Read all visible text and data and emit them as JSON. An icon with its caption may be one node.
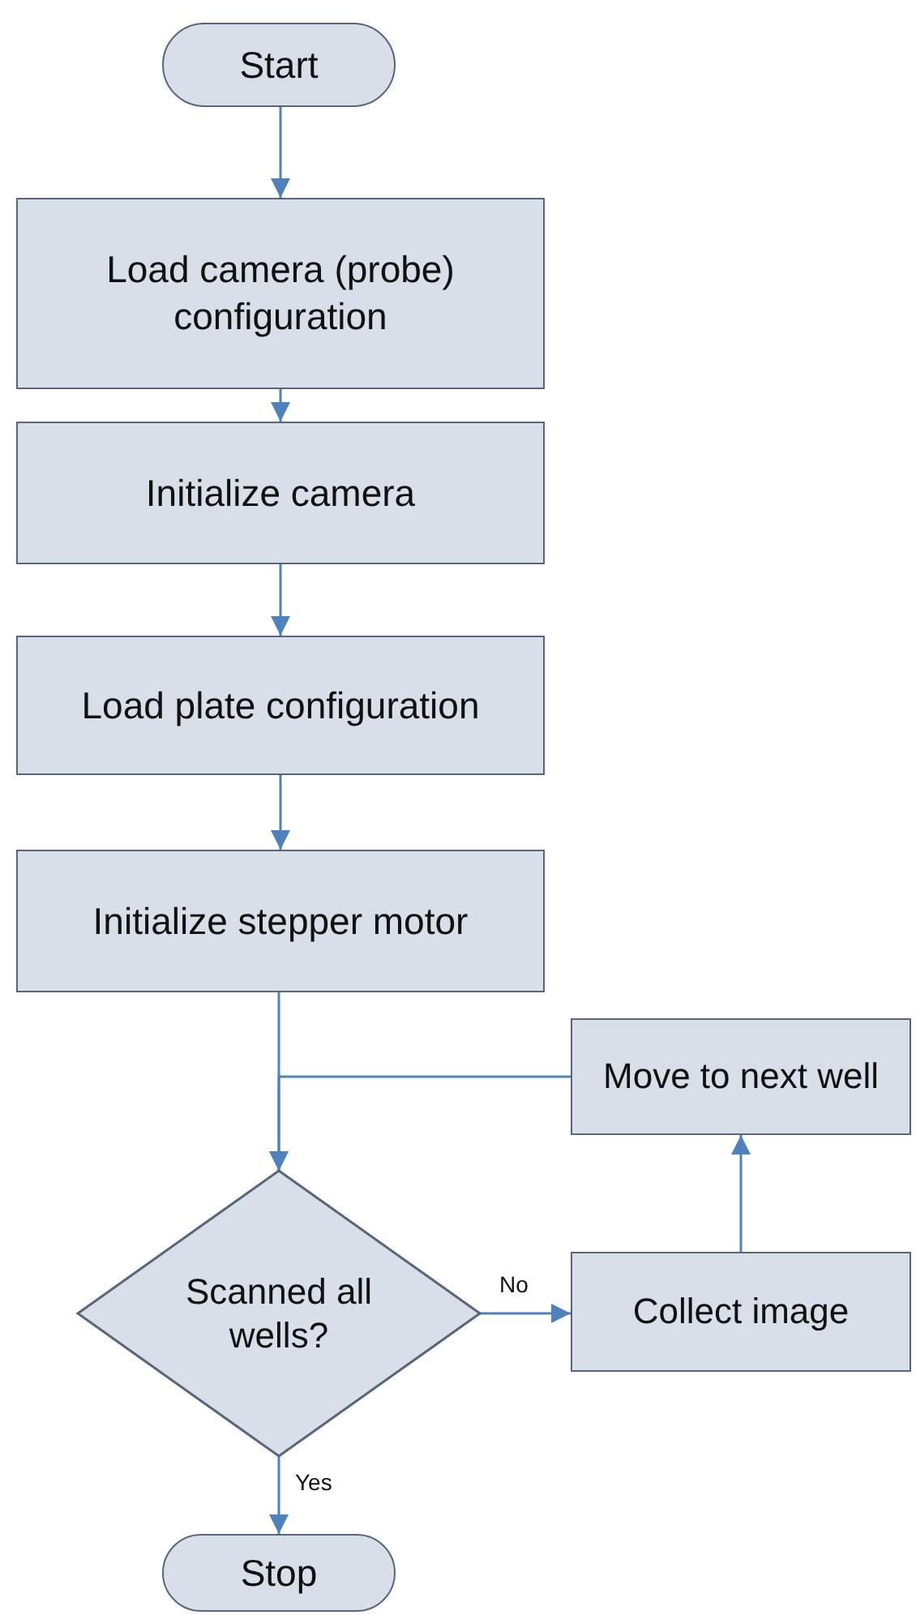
{
  "diagram": {
    "nodes": [
      {
        "text": [
          "Start"
        ]
      },
      {
        "text": [
          "Load camera (probe) configuration"
        ]
      },
      {
        "text": [
          "Initialize camera"
        ]
      },
      {
        "text": [
          "Load plate configuration"
        ]
      },
      {
        "text": [
          "Initialize stepper motor"
        ]
      },
      {
        "text": [
          "Move to next well"
        ]
      },
      {
        "text": [
          "Scanned all wells?"
        ]
      },
      {
        "text": [
          "Collect image"
        ]
      },
      {
        "text": [
          "Stop"
        ]
      }
    ],
    "edges": [
      {
        "from": 0,
        "to": 1,
        "arrow": "to"
      },
      {
        "from": 1,
        "to": 2,
        "arrow": "to"
      },
      {
        "from": 2,
        "to": 3,
        "arrow": "to"
      },
      {
        "from": 3,
        "to": 4,
        "arrow": "to"
      },
      {
        "from": 4,
        "to": 6,
        "arrow": "to"
      },
      {
        "from": 6,
        "to": 7,
        "label": "No",
        "arrow": "to"
      },
      {
        "from": 7,
        "to": 5,
        "arrow": "to"
      },
      {
        "from": 5,
        "to": 6,
        "arrow": "to"
      },
      {
        "from": 6,
        "to": 8,
        "label": "Yes",
        "arrow": "to"
      }
    ]
  }
}
